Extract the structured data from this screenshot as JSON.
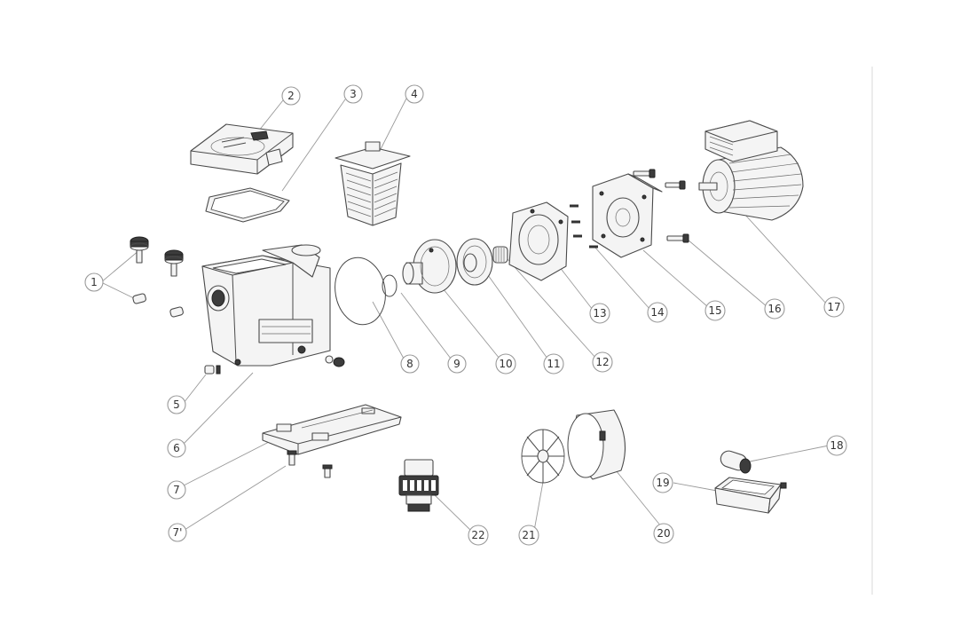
{
  "diagram": {
    "callouts": [
      {
        "id": "c1",
        "label": "1"
      },
      {
        "id": "c2",
        "label": "2"
      },
      {
        "id": "c3",
        "label": "3"
      },
      {
        "id": "c4",
        "label": "4"
      },
      {
        "id": "c5",
        "label": "5"
      },
      {
        "id": "c6",
        "label": "6"
      },
      {
        "id": "c7",
        "label": "7"
      },
      {
        "id": "c7b",
        "label": "7'"
      },
      {
        "id": "c8",
        "label": "8"
      },
      {
        "id": "c9",
        "label": "9"
      },
      {
        "id": "c10",
        "label": "10"
      },
      {
        "id": "c11",
        "label": "11"
      },
      {
        "id": "c12",
        "label": "12"
      },
      {
        "id": "c13",
        "label": "13"
      },
      {
        "id": "c14",
        "label": "14"
      },
      {
        "id": "c15",
        "label": "15"
      },
      {
        "id": "c16",
        "label": "16"
      },
      {
        "id": "c17",
        "label": "17"
      },
      {
        "id": "c18",
        "label": "18"
      },
      {
        "id": "c19",
        "label": "19"
      },
      {
        "id": "c20",
        "label": "20"
      },
      {
        "id": "c21",
        "label": "21"
      },
      {
        "id": "c22",
        "label": "22"
      }
    ]
  }
}
